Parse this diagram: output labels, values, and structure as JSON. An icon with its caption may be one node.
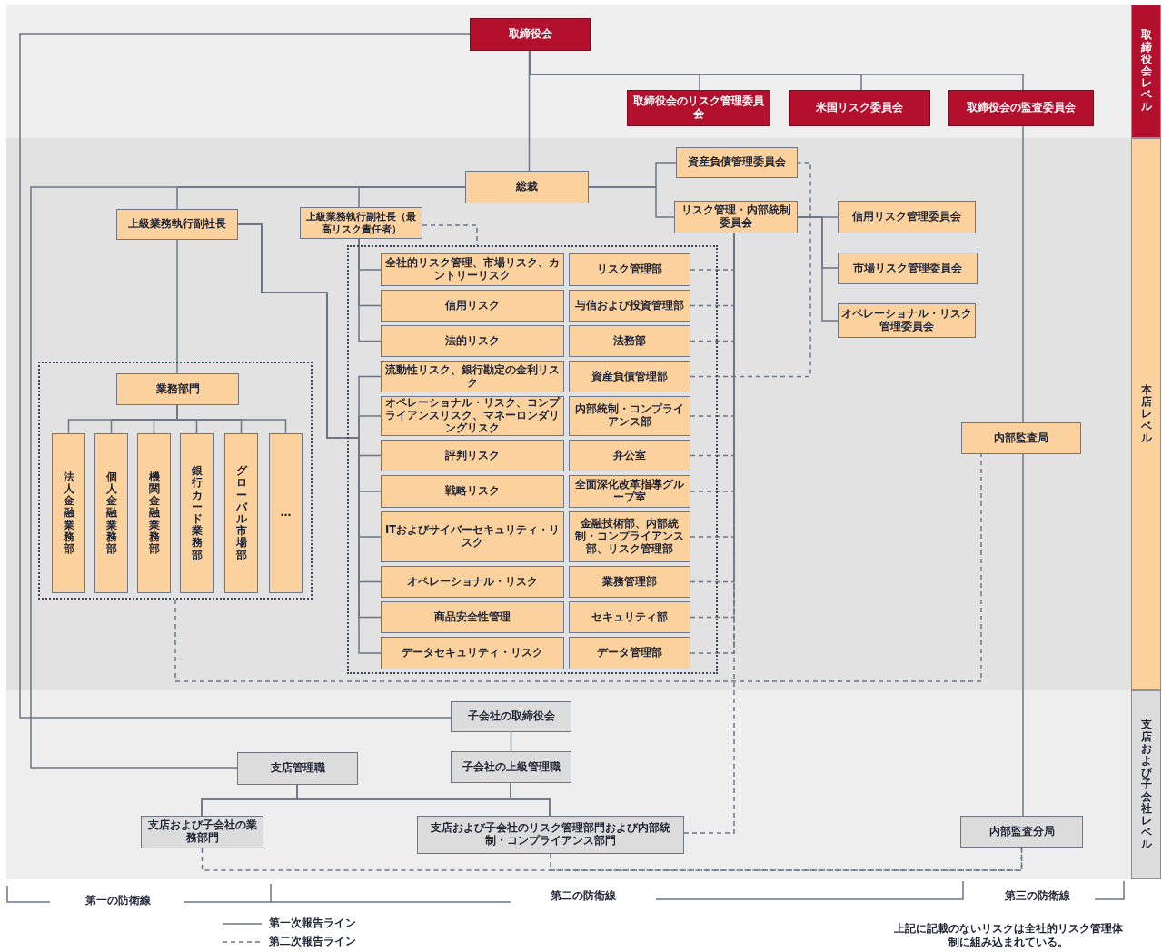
{
  "diagram": {
    "nodes": [
      {
        "text": [
          "取締役会"
        ]
      },
      {
        "text": [
          "取締役会のリスク管理委員会"
        ]
      },
      {
        "text": [
          "米国リスク委員会"
        ]
      },
      {
        "text": [
          "取締役会の監査委員会"
        ]
      },
      {
        "text": [
          "総裁"
        ]
      },
      {
        "text": [
          "資産負債管理委員会"
        ]
      },
      {
        "text": [
          "リスク管理・内部統制委員会"
        ]
      },
      {
        "text": [
          "信用リスク管理委員会"
        ]
      },
      {
        "text": [
          "市場リスク管理委員会"
        ]
      },
      {
        "text": [
          "オペレーショナル・リスク管理委員会"
        ]
      },
      {
        "text": [
          "上級業務執行副社長"
        ]
      },
      {
        "text": [
          "上級業務執行副社長（最高リスク責任者）"
        ]
      },
      {
        "text": [],
        "shape": "box"
      },
      {
        "text": [
          "全社的リスク管理、市場リスク、カントリーリスク"
        ],
        "in": 12
      },
      {
        "text": [
          "リスク管理部"
        ],
        "in": 12
      },
      {
        "text": [
          "信用リスク"
        ],
        "in": 12
      },
      {
        "text": [
          "与信および投資管理部"
        ],
        "in": 12
      },
      {
        "text": [
          "法的リスク"
        ],
        "in": 12
      },
      {
        "text": [
          "法務部"
        ],
        "in": 12
      },
      {
        "text": [
          "流動性リスク、銀行勘定の金利リスク"
        ],
        "in": 12
      },
      {
        "text": [
          "資産負債管理部"
        ],
        "in": 12
      },
      {
        "text": [
          "オペレーショナル・リスク、コンプライアンスリスク、マネーロンダリングリスク"
        ],
        "in": 12
      },
      {
        "text": [
          "内部統制・コンプライアンス部"
        ],
        "in": 12
      },
      {
        "text": [
          "評判リスク"
        ],
        "in": 12
      },
      {
        "text": [
          "弁公室"
        ],
        "in": 12
      },
      {
        "text": [
          "戦略リスク"
        ],
        "in": 12
      },
      {
        "text": [
          "全面深化改革指導グループ室"
        ],
        "in": 12
      },
      {
        "text": [
          "ITおよびサイバーセキュリティ・リスク"
        ],
        "in": 12
      },
      {
        "text": [
          "金融技術部、内部統制・コンプライアンス部、リスク管理部"
        ],
        "in": 12
      },
      {
        "text": [
          "オペレーショナル・リスク"
        ],
        "in": 12
      },
      {
        "text": [
          "業務管理部"
        ],
        "in": 12
      },
      {
        "text": [
          "商品安全性管理"
        ],
        "in": 12
      },
      {
        "text": [
          "セキュリティ部"
        ],
        "in": 12
      },
      {
        "text": [
          "データセキュリティ・リスク"
        ],
        "in": 12
      },
      {
        "text": [
          "データ管理部"
        ],
        "in": 12
      },
      {
        "text": [],
        "shape": "box"
      },
      {
        "text": [
          "業務部門"
        ],
        "in": 35
      },
      {
        "text": [
          "法人金融業務部"
        ],
        "in": 35
      },
      {
        "text": [
          "個人金融業務部"
        ],
        "in": 35
      },
      {
        "text": [
          "機関金融業務部"
        ],
        "in": 35
      },
      {
        "text": [
          "銀行カード業務部"
        ],
        "in": 35
      },
      {
        "text": [
          "グローバル市場部"
        ],
        "in": 35
      },
      {
        "text": [
          "…"
        ],
        "in": 35
      },
      {
        "text": [
          "内部監査局"
        ]
      },
      {
        "text": [
          "子会社の取締役会"
        ]
      },
      {
        "text": [
          "支店管理職"
        ]
      },
      {
        "text": [
          "子会社の上級管理職"
        ]
      },
      {
        "text": [
          "支店および子会社の業務部門"
        ]
      },
      {
        "text": [
          "支店および子会社のリスク管理部門および内部統制・コンプライアンス部門"
        ]
      },
      {
        "text": [
          "内部監査分局"
        ]
      },
      {
        "text": [
          "取締役会レベル"
        ]
      },
      {
        "text": [
          "本店レベル"
        ]
      },
      {
        "text": [
          "支店および子会社レベル"
        ]
      }
    ],
    "edges": [
      {
        "from": 0,
        "to": 4,
        "arrow": "none"
      },
      {
        "from": 0,
        "to": 1,
        "arrow": "none"
      },
      {
        "from": 0,
        "to": 2,
        "arrow": "none"
      },
      {
        "from": 0,
        "to": 3,
        "arrow": "none"
      },
      {
        "from": 3,
        "to": 43,
        "arrow": "none"
      },
      {
        "from": 43,
        "to": 49,
        "arrow": "none"
      },
      {
        "from": 0,
        "to": 44,
        "arrow": "none"
      },
      {
        "from": 4,
        "to": 10,
        "arrow": "none"
      },
      {
        "from": 4,
        "to": 11,
        "arrow": "none"
      },
      {
        "from": 4,
        "to": 45,
        "arrow": "none"
      },
      {
        "from": 4,
        "to": 5,
        "arrow": "none"
      },
      {
        "from": 4,
        "to": 6,
        "arrow": "none"
      },
      {
        "from": 6,
        "to": 7,
        "arrow": "none"
      },
      {
        "from": 6,
        "to": 8,
        "arrow": "none"
      },
      {
        "from": 6,
        "to": 9,
        "arrow": "none"
      },
      {
        "from": 10,
        "to": 36,
        "arrow": "none"
      },
      {
        "from": 11,
        "to": 13,
        "arrow": "none"
      },
      {
        "from": 11,
        "to": 15,
        "arrow": "none"
      },
      {
        "from": 11,
        "to": 17,
        "arrow": "none"
      },
      {
        "from": 10,
        "to": 19,
        "arrow": "none"
      },
      {
        "from": 10,
        "to": 21,
        "arrow": "none"
      },
      {
        "from": 10,
        "to": 23,
        "arrow": "none"
      },
      {
        "from": 10,
        "to": 25,
        "arrow": "none"
      },
      {
        "from": 10,
        "to": 27,
        "arrow": "none"
      },
      {
        "from": 10,
        "to": 29,
        "arrow": "none"
      },
      {
        "from": 10,
        "to": 31,
        "arrow": "none"
      },
      {
        "from": 10,
        "to": 33,
        "arrow": "none"
      },
      {
        "from": 36,
        "to": 37,
        "arrow": "none"
      },
      {
        "from": 36,
        "to": 38,
        "arrow": "none"
      },
      {
        "from": 36,
        "to": 39,
        "arrow": "none"
      },
      {
        "from": 36,
        "to": 40,
        "arrow": "none"
      },
      {
        "from": 36,
        "to": 41,
        "arrow": "none"
      },
      {
        "from": 36,
        "to": 42,
        "arrow": "none"
      },
      {
        "from": 44,
        "to": 46,
        "arrow": "none"
      },
      {
        "from": 45,
        "to": 47,
        "arrow": "none"
      },
      {
        "from": 45,
        "to": 48,
        "arrow": "none"
      },
      {
        "from": 46,
        "to": 47,
        "arrow": "none"
      },
      {
        "from": 46,
        "to": 48,
        "arrow": "none"
      },
      {
        "from": 11,
        "to": 12,
        "arrow": "none",
        "style": "dashed"
      },
      {
        "from": 14,
        "to": 6,
        "arrow": "none",
        "style": "dashed"
      },
      {
        "from": 16,
        "to": 6,
        "arrow": "none",
        "style": "dashed"
      },
      {
        "from": 18,
        "to": 6,
        "arrow": "none",
        "style": "dashed"
      },
      {
        "from": 20,
        "to": 5,
        "arrow": "none",
        "style": "dashed"
      },
      {
        "from": 22,
        "to": 6,
        "arrow": "none",
        "style": "dashed"
      },
      {
        "from": 24,
        "to": 6,
        "arrow": "none",
        "style": "dashed"
      },
      {
        "from": 26,
        "to": 6,
        "arrow": "none",
        "style": "dashed"
      },
      {
        "from": 28,
        "to": 6,
        "arrow": "none",
        "style": "dashed"
      },
      {
        "from": 30,
        "to": 6,
        "arrow": "none",
        "style": "dashed"
      },
      {
        "from": 32,
        "to": 6,
        "arrow": "none",
        "style": "dashed"
      },
      {
        "from": 34,
        "to": 6,
        "arrow": "none",
        "style": "dashed"
      },
      {
        "from": 48,
        "to": 6,
        "arrow": "none",
        "style": "dashed"
      },
      {
        "from": 35,
        "to": 43,
        "arrow": "none",
        "style": "dashed"
      },
      {
        "from": 47,
        "to": 49,
        "arrow": "none",
        "style": "dashed"
      },
      {
        "from": 48,
        "to": 49,
        "arrow": "none",
        "style": "dashed"
      }
    ],
    "labels": [
      "第一の防衛線",
      "第二の防衛線",
      "第三の防衛線",
      "上記に記載のないリスクは全社的リスク管理体制に組み込まれている。"
    ],
    "legend": [
      {
        "text": "第一次報告ライン"
      },
      {
        "text": "第二次報告ライン"
      }
    ]
  }
}
